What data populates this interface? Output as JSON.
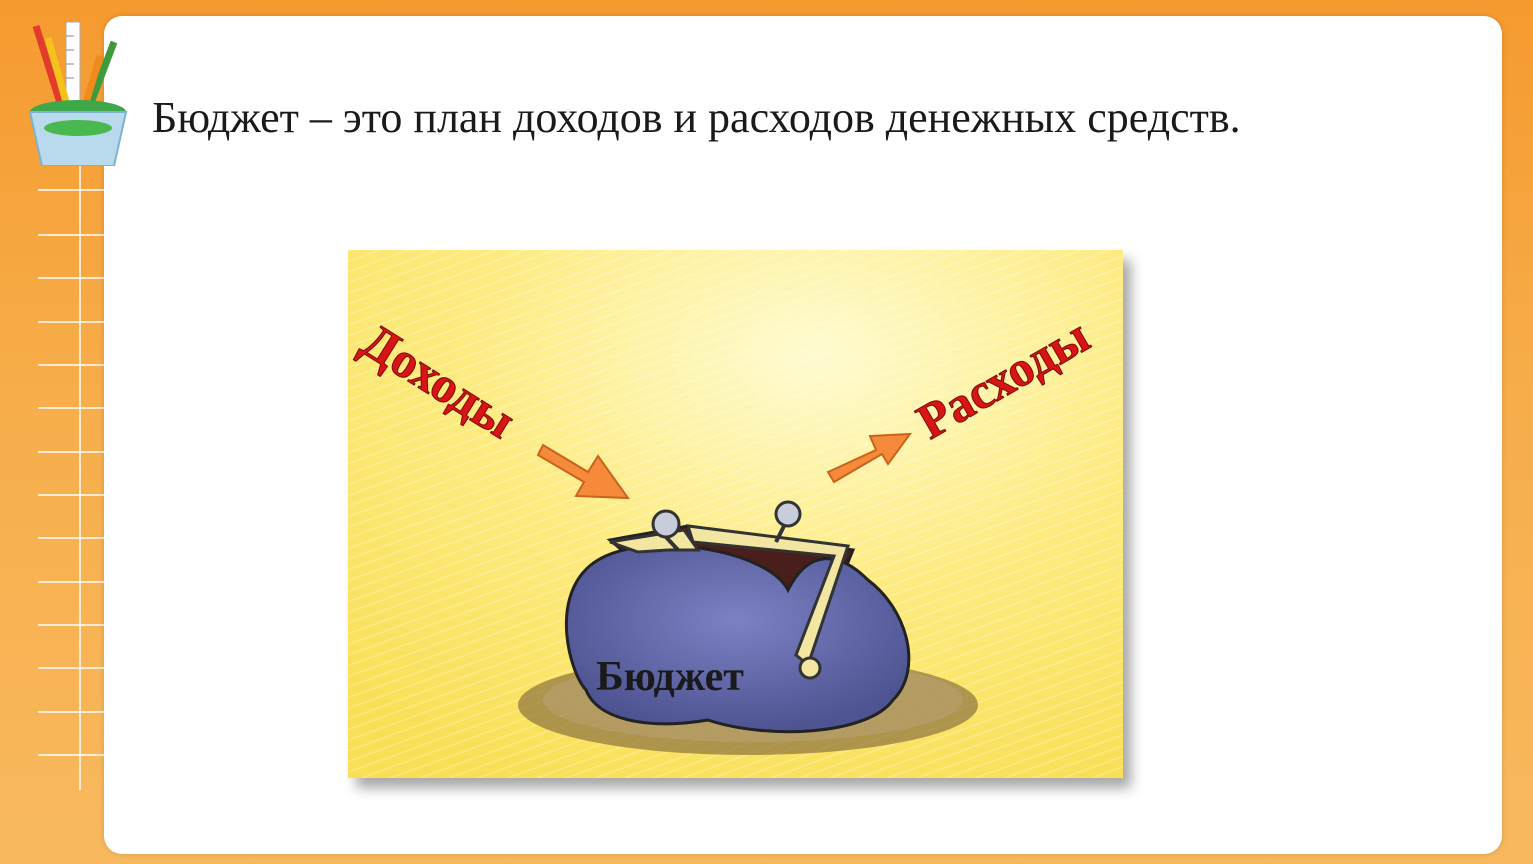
{
  "slide": {
    "definition_text": "Бюджет – это план доходов и расходов денежных средств."
  },
  "illustration": {
    "income_label": "Доходы",
    "expenses_label": "Расходы",
    "wallet_label": "Бюджет",
    "colors": {
      "background": "#fde97a",
      "label_red": "#d81414",
      "arrow_orange": "#f58a3a",
      "wallet_purple": "#5a5f9e"
    }
  }
}
